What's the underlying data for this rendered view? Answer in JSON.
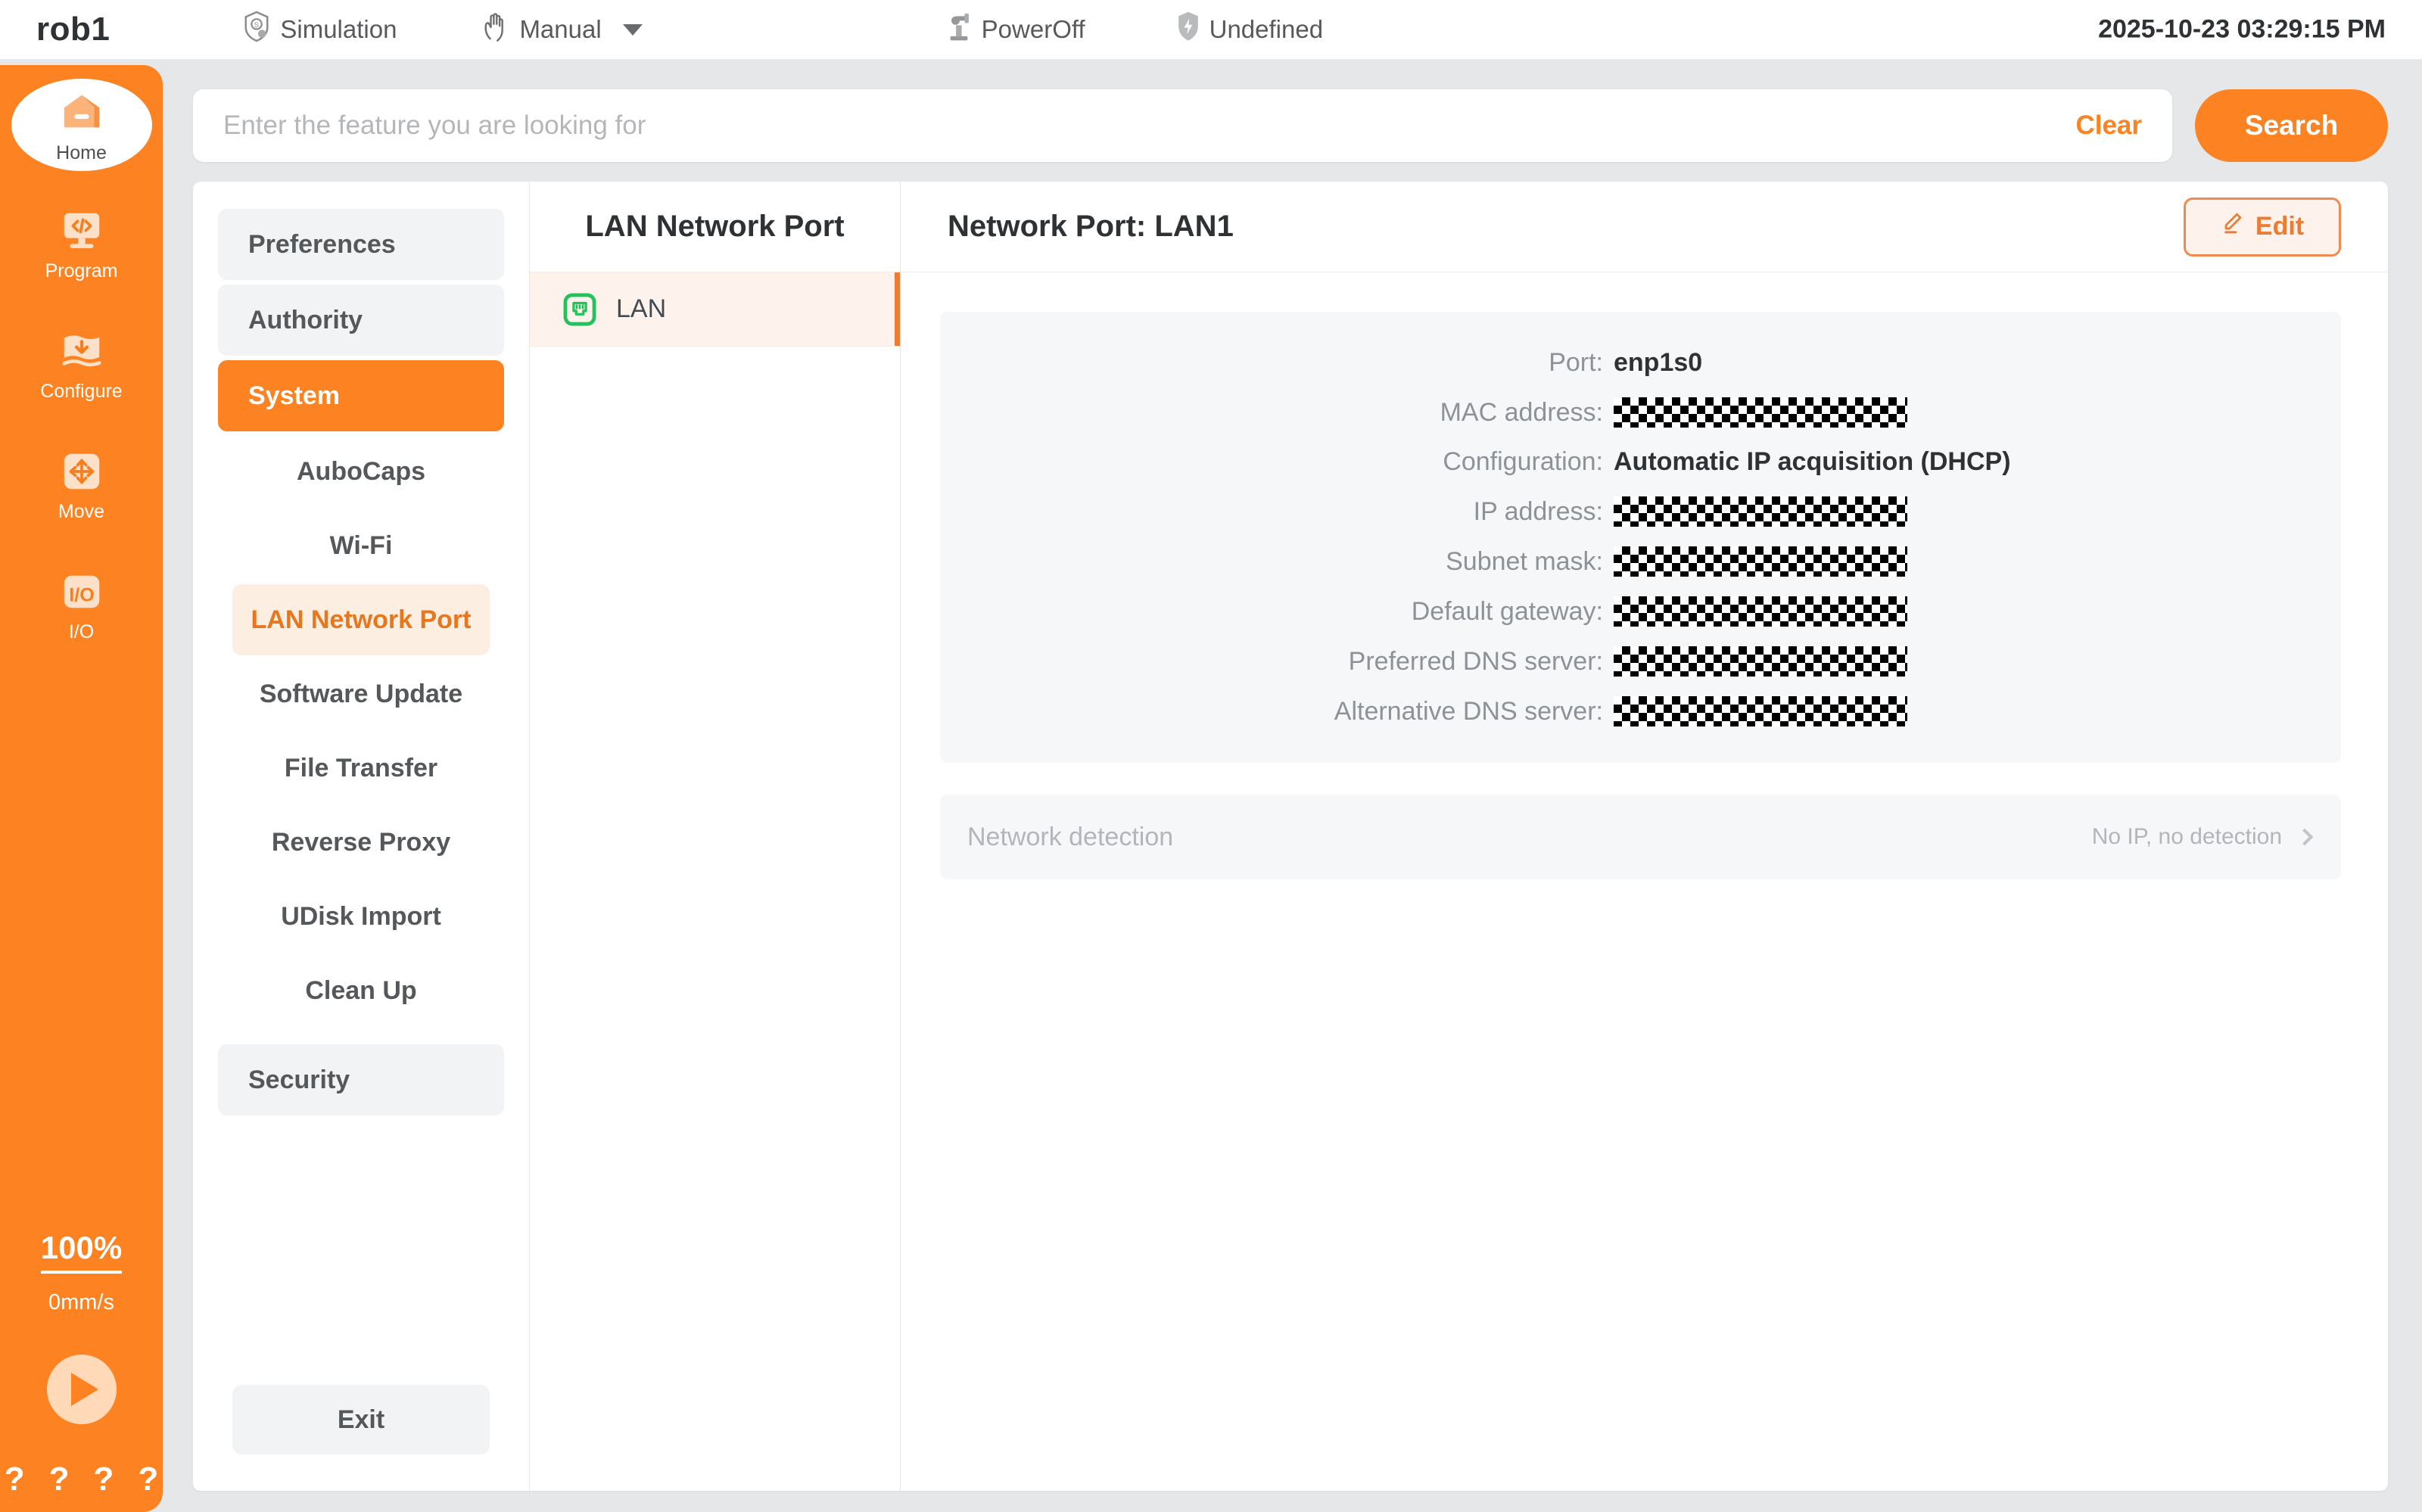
{
  "topbar": {
    "app_title": "rob1",
    "simulation_label": "Simulation",
    "simulation_icon": "simulation-shield-icon",
    "mode_label": "Manual",
    "mode_icon": "hand-manual-icon",
    "power_label": "PowerOff",
    "power_icon": "robot-arm-icon",
    "safety_label": "Undefined",
    "safety_icon": "shield-icon",
    "datetime": "2025-10-23 03:29:15 PM"
  },
  "rail": {
    "items": [
      {
        "label": "Home",
        "icon": "home-icon"
      },
      {
        "label": "Program",
        "icon": "code-screen-icon"
      },
      {
        "label": "Configure",
        "icon": "download-wave-icon"
      },
      {
        "label": "Move",
        "icon": "move-arrows-icon"
      },
      {
        "label": "I/O",
        "icon": "io-icon"
      }
    ],
    "speed_percent": "100%",
    "speed_value": "0mm/s",
    "play_icon": "play-icon",
    "help_icons": [
      "?",
      "?",
      "?",
      "?"
    ]
  },
  "search": {
    "placeholder": "Enter the feature you are looking for",
    "value": "",
    "clear_label": "Clear",
    "search_label": "Search"
  },
  "menu": {
    "groups": [
      {
        "label": "Preferences",
        "active": false
      },
      {
        "label": "Authority",
        "active": false
      },
      {
        "label": "System",
        "active": true
      }
    ],
    "sub_items": [
      {
        "label": "AuboCaps",
        "active": false
      },
      {
        "label": "Wi-Fi",
        "active": false
      },
      {
        "label": "LAN Network Port",
        "active": true
      },
      {
        "label": "Software Update",
        "active": false
      },
      {
        "label": "File Transfer",
        "active": false
      },
      {
        "label": "Reverse Proxy",
        "active": false
      },
      {
        "label": "UDisk Import",
        "active": false
      },
      {
        "label": "Clean Up",
        "active": false
      }
    ],
    "trailing_group": {
      "label": "Security",
      "active": false
    },
    "exit_label": "Exit"
  },
  "port_list": {
    "header": "LAN Network Port",
    "rows": [
      {
        "label": "LAN",
        "icon": "ethernet-port-icon",
        "active": true
      }
    ]
  },
  "detail": {
    "title": "Network Port: LAN1",
    "edit_label": "Edit",
    "edit_icon": "pencil-icon",
    "fields": [
      {
        "label": "Port:",
        "value": "enp1s0",
        "redacted": false
      },
      {
        "label": "MAC address:",
        "value": "",
        "redacted": true
      },
      {
        "label": "Configuration:",
        "value": "Automatic IP acquisition (DHCP)",
        "redacted": false
      },
      {
        "label": "IP address:",
        "value": "",
        "redacted": true
      },
      {
        "label": "Subnet mask:",
        "value": "",
        "redacted": true
      },
      {
        "label": "Default gateway:",
        "value": "",
        "redacted": true
      },
      {
        "label": "Preferred DNS server:",
        "value": "",
        "redacted": true
      },
      {
        "label": "Alternative DNS server:",
        "value": "",
        "redacted": true
      }
    ],
    "detection": {
      "label": "Network detection",
      "status": "No IP, no detection",
      "chevron_icon": "chevron-right-icon"
    }
  },
  "colors": {
    "brand_orange": "#fd8222",
    "accent_orange": "#ec7b33",
    "soft_orange_bg": "#fdf3ec",
    "panel_gray": "#f6f7f9",
    "page_gray": "#e6e7e9",
    "status_green": "#22c35a"
  }
}
